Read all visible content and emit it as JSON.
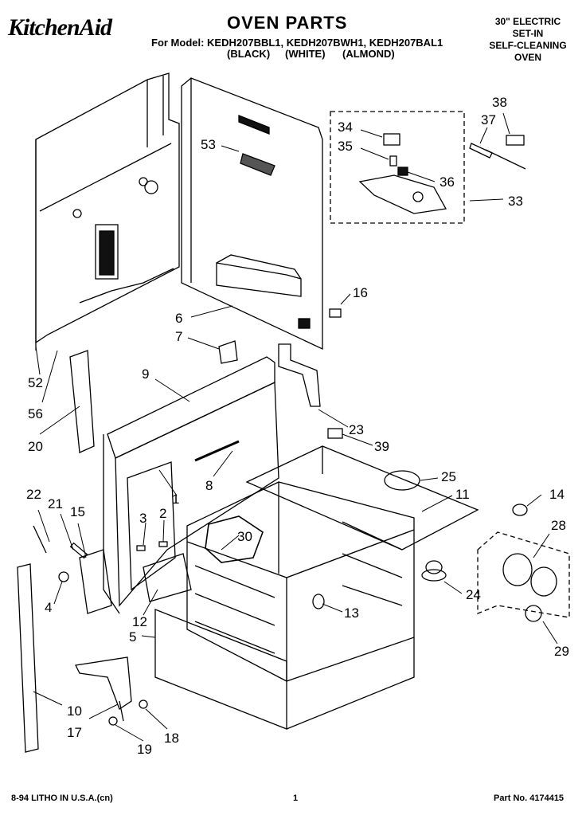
{
  "header": {
    "brand": "KitchenAid",
    "title": "OVEN PARTS",
    "models_line": "For Model: KEDH207BBL1, KEDH207BWH1, KEDH207BAL1",
    "finishes": [
      "(BLACK)",
      "(WHITE)",
      "(ALMOND)"
    ],
    "description": [
      "30\" ELECTRIC",
      "SET-IN",
      "SELF-CLEANING",
      "OVEN"
    ]
  },
  "footer": {
    "litho": "8-94 LITHO IN U.S.A.(cn)",
    "page": "1",
    "part_no": "Part No. 4174415"
  },
  "callouts": [
    "1",
    "2",
    "3",
    "4",
    "5",
    "6",
    "7",
    "8",
    "9",
    "10",
    "11",
    "12",
    "13",
    "14",
    "15",
    "16",
    "17",
    "18",
    "19",
    "20",
    "21",
    "22",
    "23",
    "24",
    "25",
    "28",
    "29",
    "30",
    "33",
    "34",
    "35",
    "36",
    "37",
    "38",
    "39",
    "52",
    "53",
    "56"
  ]
}
